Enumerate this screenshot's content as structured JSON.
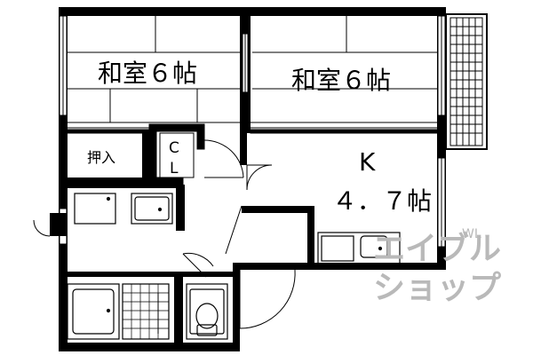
{
  "rooms": {
    "washitsu_left": "和室６帖",
    "washitsu_right": "和室６帖",
    "kitchen_k": "K",
    "kitchen_size": "４．７帖",
    "oshiire": "押入",
    "closet_c": "C",
    "closet_l": "L"
  },
  "watermark": {
    "line1": "エイブル",
    "line2": "ショップ",
    "small": "WL"
  },
  "colors": {
    "wall": "#000000",
    "line": "#000000",
    "watermark": "#b9b9b9",
    "background": "#ffffff"
  }
}
